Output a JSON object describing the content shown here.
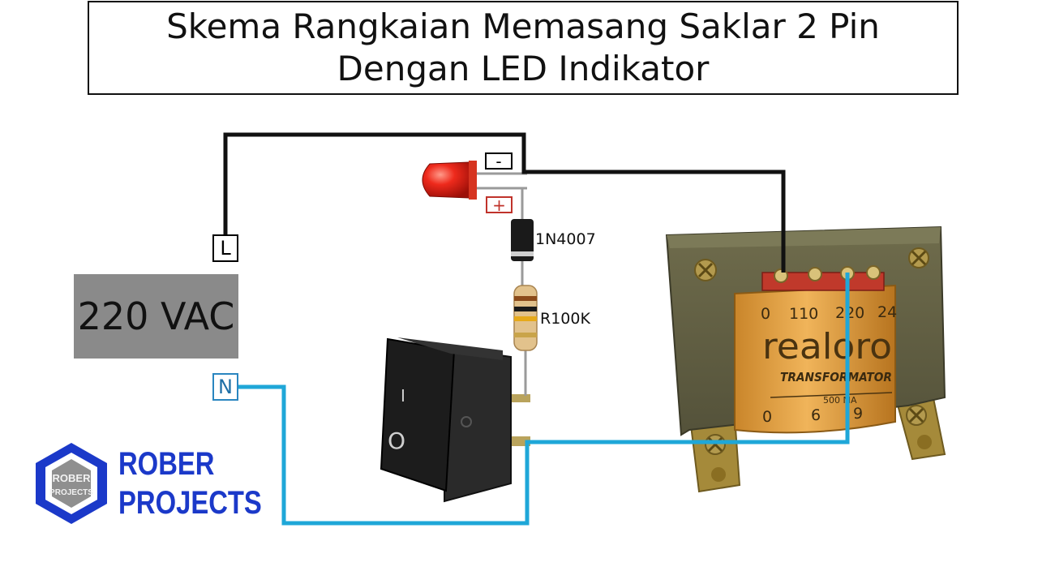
{
  "title": {
    "line1": "Skema Rangkaian Memasang Saklar 2 Pin",
    "line2": "Dengan LED Indikator"
  },
  "labels": {
    "live": "L",
    "neutral": "N",
    "led_negative": "-",
    "led_positive": "+",
    "source": "220 VAC",
    "diode": "1N4007",
    "resistor": "R100K"
  },
  "transformer": {
    "taps": [
      "0",
      "110",
      "220",
      "24"
    ],
    "secondary_taps": [
      "0",
      "6",
      "9"
    ],
    "brand": "realoro",
    "type": "TRANSFORMATOR",
    "rating": "500 MA"
  },
  "switch": {
    "on_mark": "I",
    "off_mark": "O"
  },
  "logo": {
    "badge_line1": "ROBER",
    "badge_line2": "PROJECTS",
    "text_line1": "ROBER",
    "text_line2": "PROJECTS"
  },
  "colors": {
    "live_wire": "#111111",
    "neutral_wire": "#1fa7d8",
    "led": "#e02020",
    "brand": "#1b39c9",
    "source_box": "#8a8a8a"
  }
}
